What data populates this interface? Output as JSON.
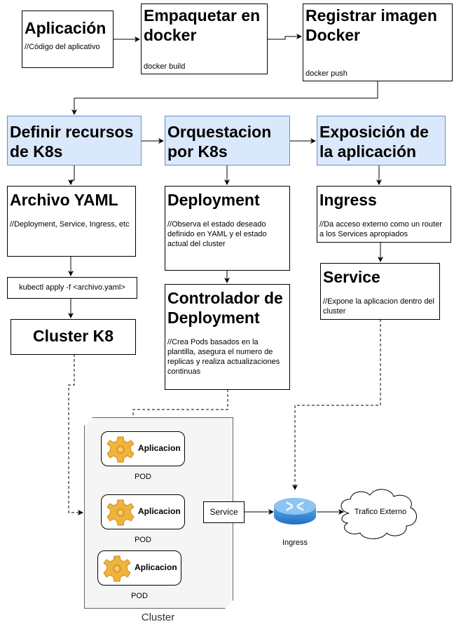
{
  "pipeline": {
    "app": {
      "title": "Aplicación",
      "note": "//Código del aplicativo"
    },
    "package": {
      "title": "Empaquetar en docker",
      "command": "docker build"
    },
    "registry": {
      "title": "Registrar imagen Docker",
      "command": "docker push"
    }
  },
  "stages": {
    "define": {
      "title": "Definir recursos de K8s",
      "color": "#dae8fc"
    },
    "orchestrate": {
      "title": "Orquestacion por K8s",
      "color": "#dae8fc"
    },
    "expose": {
      "title": "Exposición de la aplicación",
      "color": "#dae8fc"
    }
  },
  "define_column": {
    "yaml": {
      "title": "Archivo YAML",
      "note": "//Deployment, Service, Ingress, etc"
    },
    "kubectl": {
      "command": "kubectl apply -f <archivo.yaml>"
    },
    "cluster": {
      "title": "Cluster K8"
    }
  },
  "orchestrate_column": {
    "deployment": {
      "title": "Deployment",
      "note": "//Observa el estado deseado definido en YAML y el estado actual del cluster"
    },
    "controller": {
      "title": "Controlador de Deployment",
      "note": "//Crea Pods basados en la plantilla, asegura el numero de replicas y realiza actualizaciones continuas"
    }
  },
  "expose_column": {
    "ingress": {
      "title": "Ingress",
      "note": "//Da acceso externo como un router a los Services apropiados"
    },
    "service": {
      "title": "Service",
      "note": "//Expone la aplicacion dentro del cluster"
    }
  },
  "cluster_view": {
    "label": "Cluster",
    "pods": [
      {
        "app": "Aplicacion",
        "name": "POD",
        "icon": "gear-icon"
      },
      {
        "app": "Aplicacion",
        "name": "POD",
        "icon": "gear-icon"
      },
      {
        "app": "Aplicacion",
        "name": "POD",
        "icon": "gear-icon"
      }
    ],
    "service": "Service",
    "ingress": "Ingress",
    "external": "Trafico Externo"
  }
}
